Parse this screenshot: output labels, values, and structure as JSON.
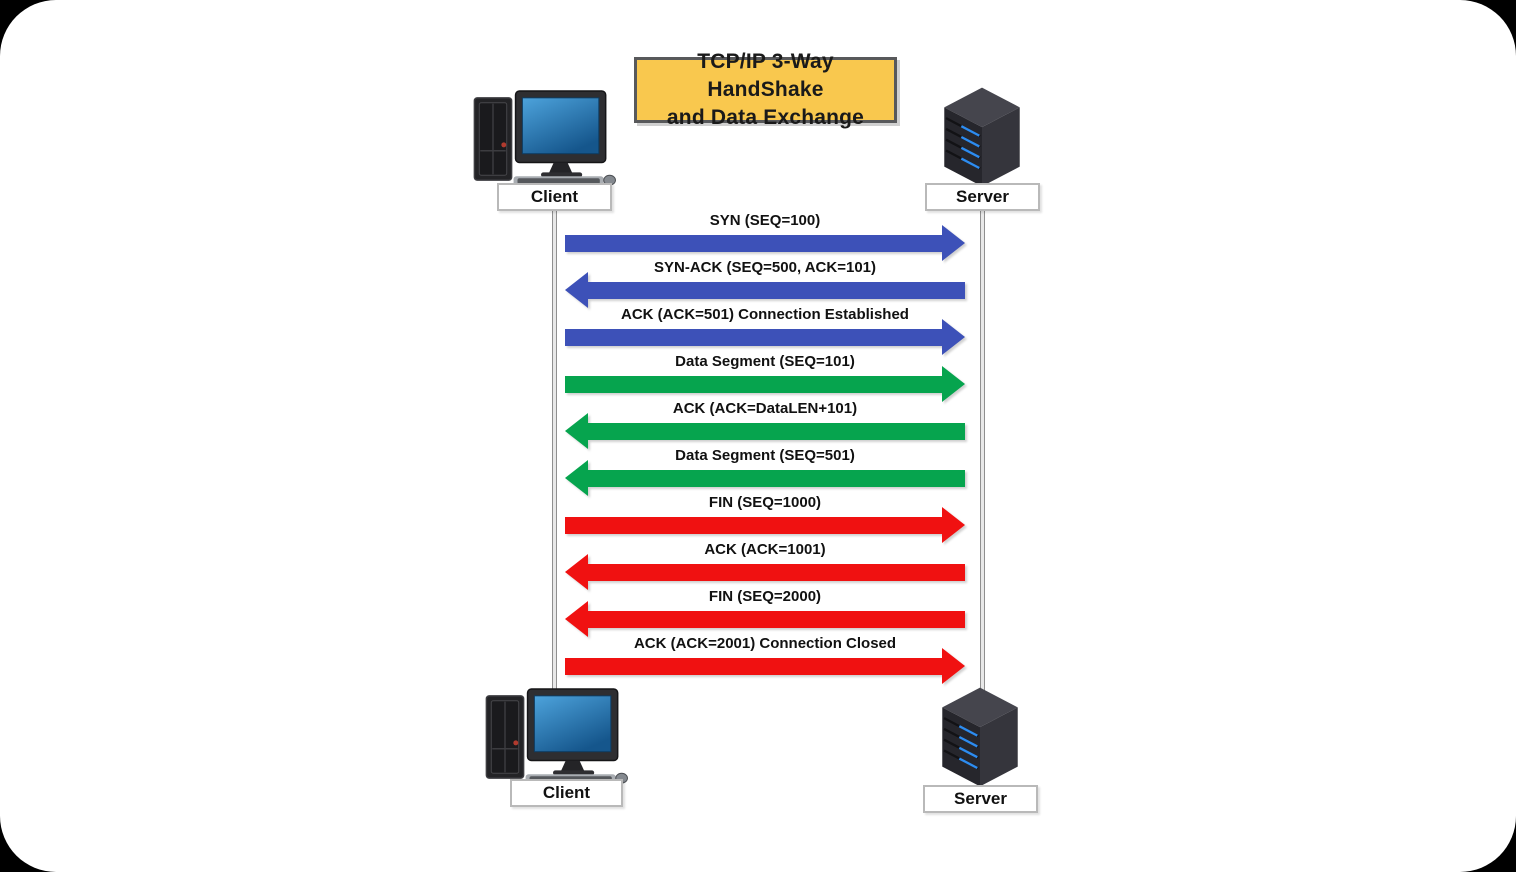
{
  "title": {
    "line1": "TCP/IP 3-Way HandShake",
    "line2": "and Data Exchange"
  },
  "actors": {
    "client_top": "Client",
    "server_top": "Server",
    "client_bottom": "Client",
    "server_bottom": "Server"
  },
  "icons": {
    "client": "desktop-computer-icon",
    "server": "server-tower-icon"
  },
  "colors": {
    "title_bg": "#F9C84E",
    "title_border": "#58595B",
    "lifeline_gray": "#8F8F8F",
    "screen_blue_light": "#4DA3DC",
    "screen_blue_dark": "#15568C",
    "server_stripe_blue": "#2D8CF0",
    "phases": {
      "handshake": "#3D51B8",
      "data": "#06A44E",
      "teardown": "#F01111"
    }
  },
  "messages": [
    {
      "label": "SYN (SEQ=100)",
      "direction": "right",
      "phase": "handshake"
    },
    {
      "label": "SYN-ACK (SEQ=500, ACK=101)",
      "direction": "left",
      "phase": "handshake"
    },
    {
      "label": "ACK (ACK=501) Connection Established",
      "direction": "right",
      "phase": "handshake"
    },
    {
      "label": "Data Segment (SEQ=101)",
      "direction": "right",
      "phase": "data"
    },
    {
      "label": "ACK (ACK=DataLEN+101)",
      "direction": "left",
      "phase": "data"
    },
    {
      "label": "Data Segment (SEQ=501)",
      "direction": "left",
      "phase": "data"
    },
    {
      "label": "FIN (SEQ=1000)",
      "direction": "right",
      "phase": "teardown"
    },
    {
      "label": "ACK (ACK=1001)",
      "direction": "left",
      "phase": "teardown"
    },
    {
      "label": "FIN (SEQ=2000)",
      "direction": "left",
      "phase": "teardown"
    },
    {
      "label": "ACK (ACK=2001) Connection Closed",
      "direction": "right",
      "phase": "teardown"
    }
  ]
}
